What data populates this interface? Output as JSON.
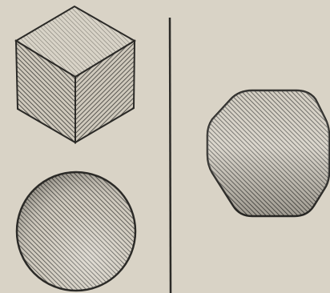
{
  "figure": {
    "shapes": [
      "cube",
      "sphere",
      "rounded-hexagon"
    ],
    "colors": {
      "paper": "#d9d3c6",
      "paper_light": "#e6e1d6",
      "ink": "#2b2a27",
      "hatch": "#3a3935"
    }
  }
}
